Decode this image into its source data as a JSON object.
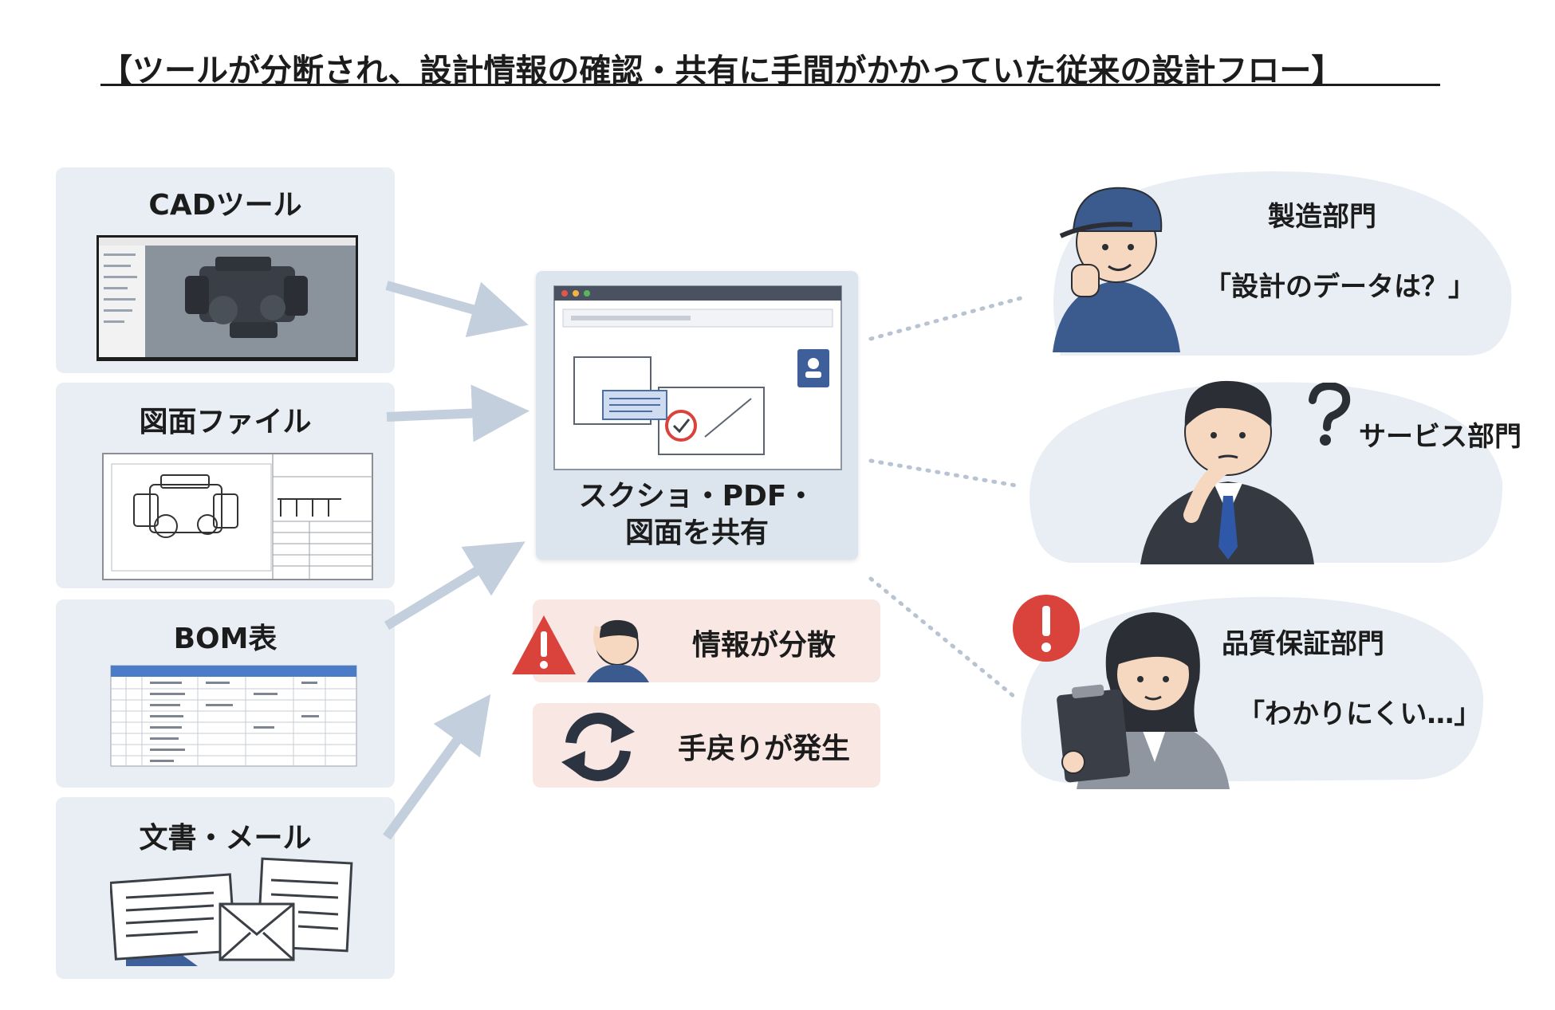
{
  "title": "【ツールが分断され、設計情報の確認・共有に手間がかかっていた従来の設計フロー】",
  "sources": [
    {
      "label": "CADツール",
      "icon": "cad-window-icon"
    },
    {
      "label": "図面ファイル",
      "icon": "drawing-sheet-icon"
    },
    {
      "label": "BOM表",
      "icon": "bom-table-icon"
    },
    {
      "label": "文書・メール",
      "icon": "documents-mail-icon"
    }
  ],
  "hub": {
    "line1": "スクショ・PDF・",
    "line2": "図面を共有",
    "icon": "shared-window-icon"
  },
  "issues": [
    {
      "label": "情報が分散",
      "icon": "warning-icon"
    },
    {
      "label": "手戻りが発生",
      "icon": "rework-cycle-icon"
    }
  ],
  "departments": [
    {
      "name": "製造部門",
      "quote": "「設計のデータは？」",
      "icon": "factory-worker-icon"
    },
    {
      "name": "サービス部門",
      "quote": "",
      "icon": "businessman-icon"
    },
    {
      "name": "品質保証部門",
      "quote": "「わかりにくい…」",
      "icon": "quality-inspector-icon"
    }
  ],
  "colors": {
    "card_bg": "#e9eef4",
    "hub_bg": "#dce5ee",
    "issue_bg": "#f9e7e3",
    "arrow": "#c3cfdd",
    "bubble": "#e9eef4",
    "alert_red": "#d9433b",
    "dept_blue": "#3b5b8e"
  }
}
